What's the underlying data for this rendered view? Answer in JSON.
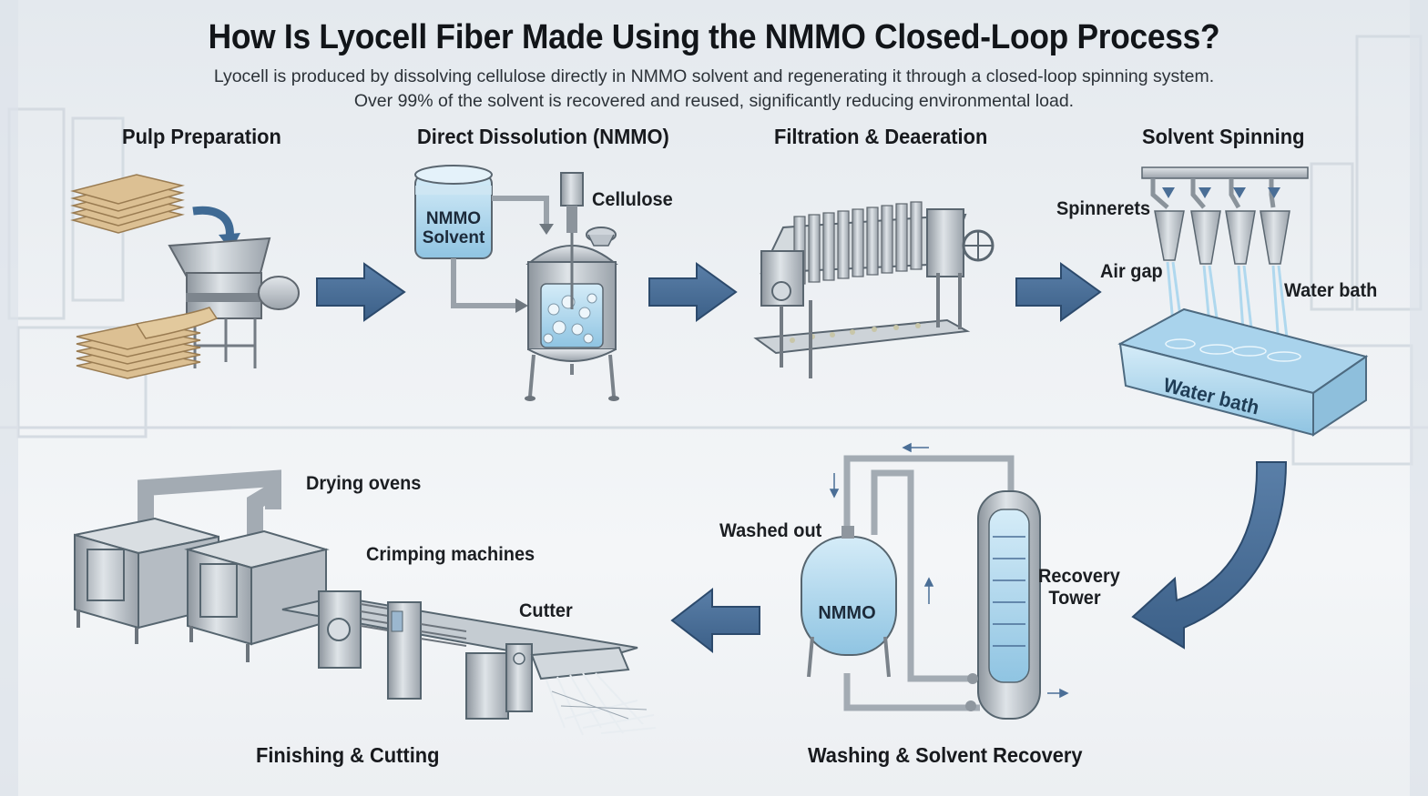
{
  "header": {
    "title": "How Is Lyocell Fiber Made Using the NMMO Closed-Loop Process?",
    "subtitle_line1": "Lyocell is produced by dissolving cellulose directly in NMMO solvent and regenerating it through a closed-loop spinning system.",
    "subtitle_line2": "Over 99% of the solvent is recovered and reused, significantly reducing environmental load."
  },
  "stages": {
    "pulp_preparation": "Pulp Preparation",
    "direct_dissolution": "Direct Dissolution (NMMO)",
    "filtration": "Filtration & Deaeration",
    "solvent_spinning": "Solvent Spinning",
    "washing_recovery": "Washing & Solvent Recovery",
    "finishing_cutting": "Finishing & Cutting"
  },
  "callouts": {
    "nmmo_solvent_line1": "NMMO",
    "nmmo_solvent_line2": "Solvent",
    "cellulose": "Cellulose",
    "spinnerets": "Spinnerets",
    "air_gap": "Air gap",
    "water_bath_label": "Water bath",
    "water_bath_tank": "Water bath",
    "washed_out": "Washed out",
    "nmmo_tank": "NMMO",
    "recovery_tower_line1": "Recovery",
    "recovery_tower_line2": "Tower",
    "drying_ovens": "Drying ovens",
    "crimping_machines": "Crimping machines",
    "cutter": "Cutter"
  },
  "colors": {
    "flow_arrow": "#4a6e96",
    "flow_arrow_dark": "#2c4a6c",
    "steel": "#b9c0c7",
    "steel_dark": "#6c747c",
    "liquid": "#bfe0f2",
    "pulp": "#d9b98a"
  },
  "icons": [
    "flow-arrow",
    "shredder",
    "dissolution-reactor",
    "filter-press",
    "spinneret",
    "water-bath",
    "recovery-tower",
    "drying-oven",
    "crimper",
    "cutter"
  ]
}
